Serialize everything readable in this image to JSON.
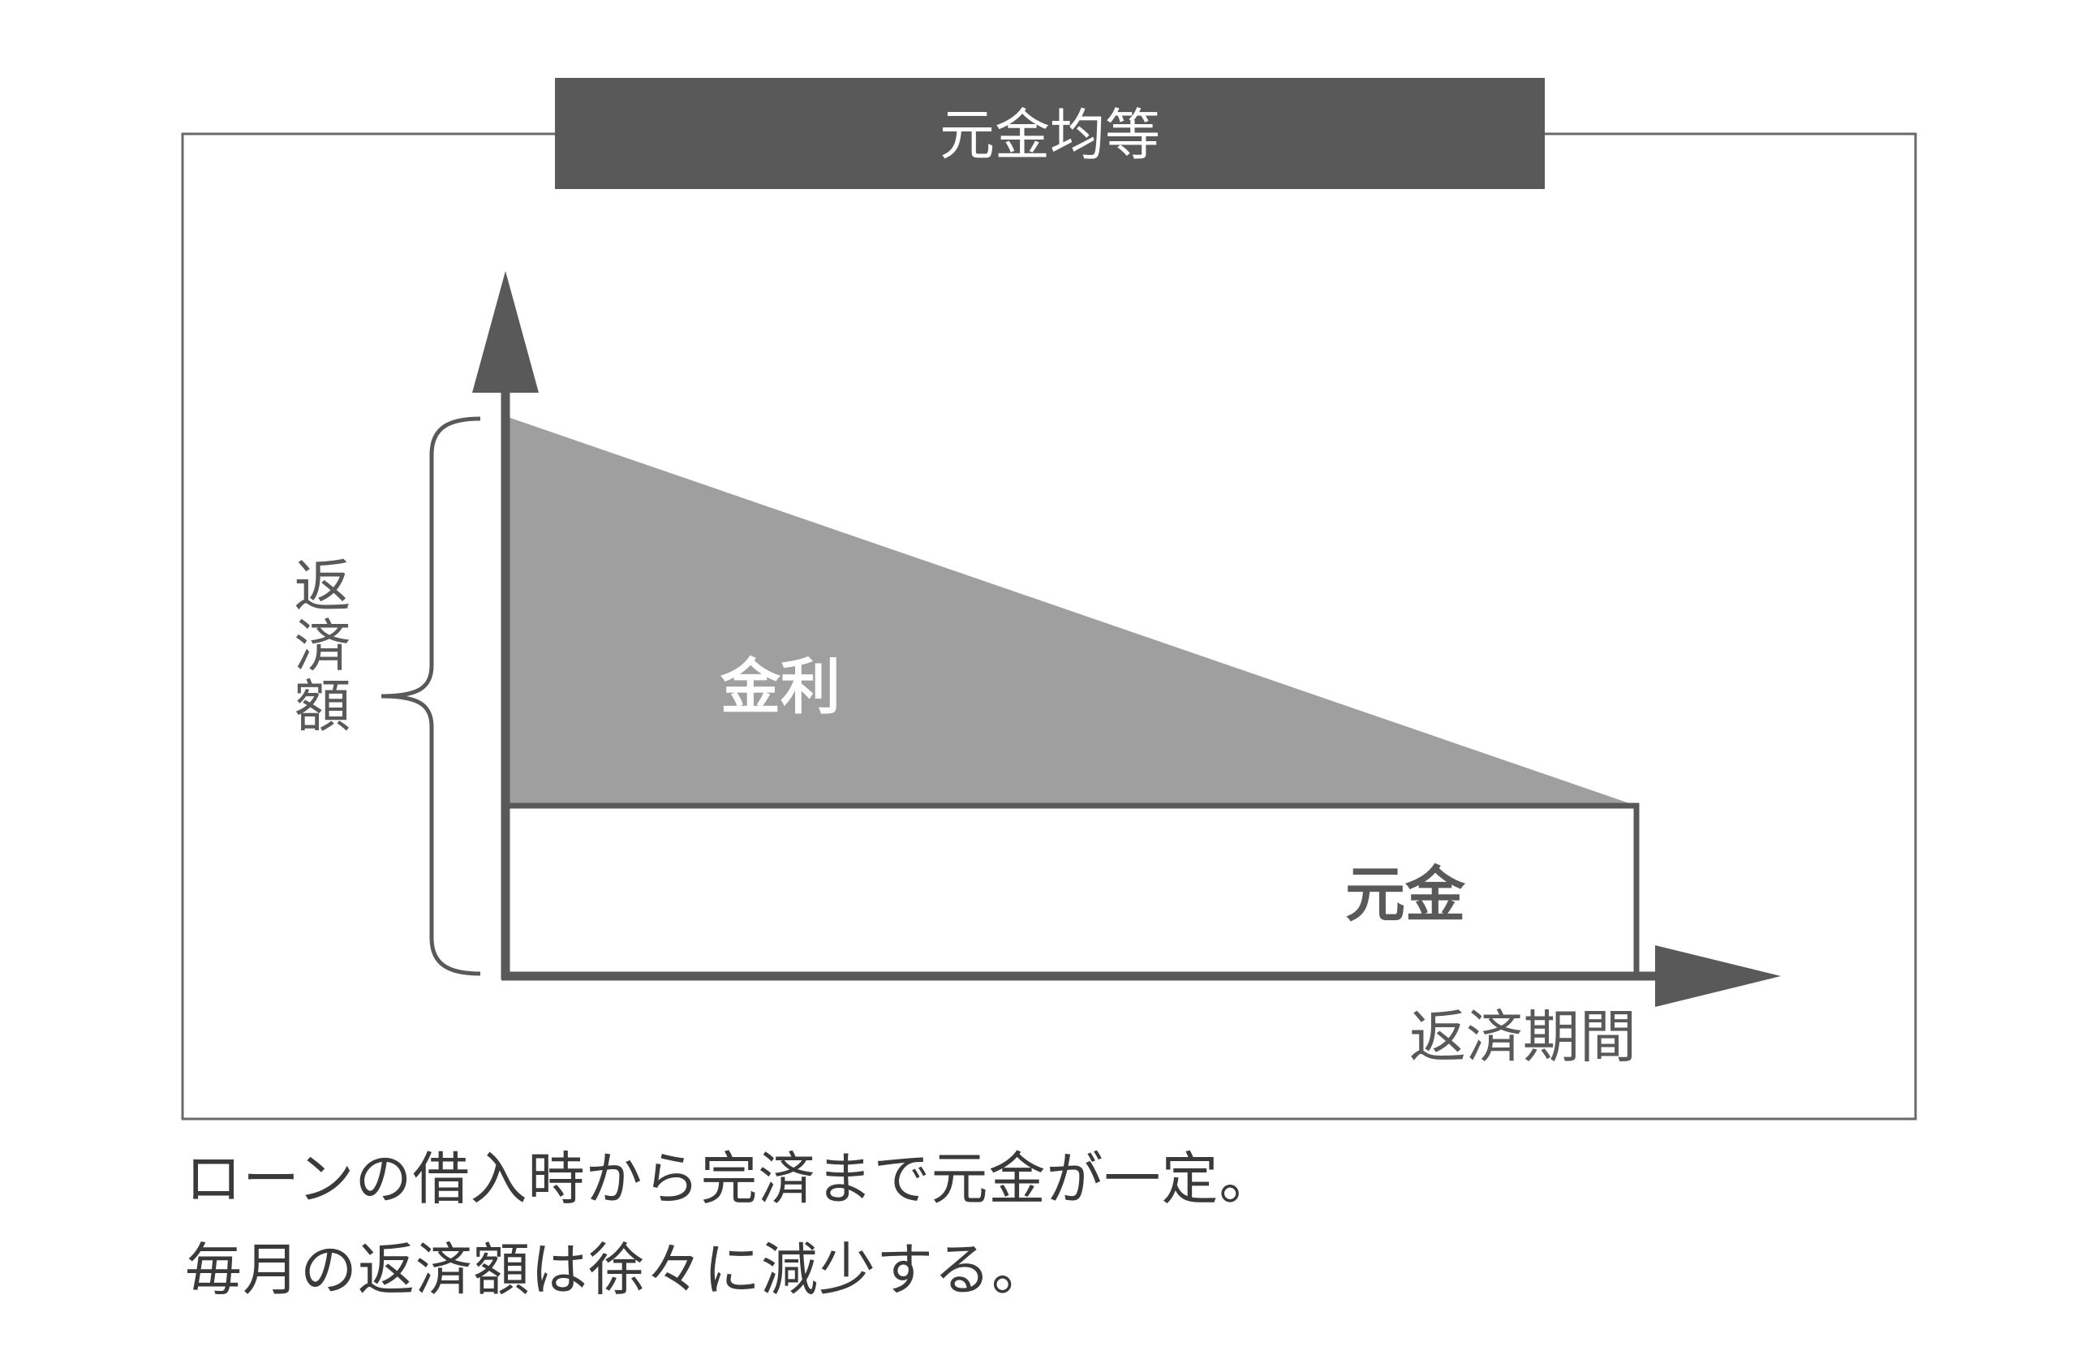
{
  "title": "元金均等",
  "regions": {
    "interest_label": "金利",
    "principal_label": "元金"
  },
  "axes": {
    "y_label": "返済額",
    "x_label": "返済期間"
  },
  "caption": {
    "line1": "ローンの借入時から完済まで元金が一定。",
    "line2": "毎月の返済額は徐々に減少する。"
  },
  "colors": {
    "title_bar": "#5a595a",
    "interest_fill": "#9f9f9f",
    "axis": "#5a595a",
    "frame": "#6a6a6a"
  }
}
